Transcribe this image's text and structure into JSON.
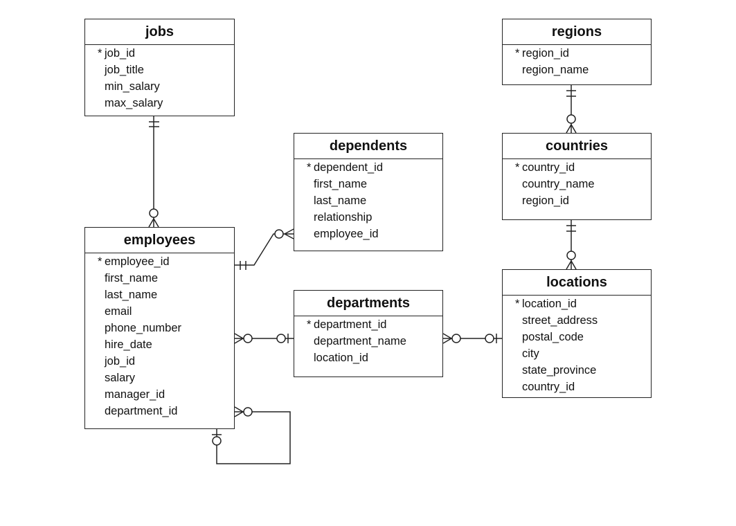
{
  "diagram": {
    "entities": [
      {
        "id": "jobs",
        "title": "jobs",
        "fields": [
          {
            "name": "job_id",
            "pk": true
          },
          {
            "name": "job_title"
          },
          {
            "name": "min_salary"
          },
          {
            "name": "max_salary"
          }
        ]
      },
      {
        "id": "regions",
        "title": "regions",
        "fields": [
          {
            "name": "region_id",
            "pk": true
          },
          {
            "name": "region_name"
          }
        ]
      },
      {
        "id": "dependents",
        "title": "dependents",
        "fields": [
          {
            "name": "dependent_id",
            "pk": true
          },
          {
            "name": "first_name"
          },
          {
            "name": "last_name"
          },
          {
            "name": "relationship"
          },
          {
            "name": "employee_id"
          }
        ]
      },
      {
        "id": "countries",
        "title": "countries",
        "fields": [
          {
            "name": "country_id",
            "pk": true
          },
          {
            "name": "country_name"
          },
          {
            "name": "region_id"
          }
        ]
      },
      {
        "id": "employees",
        "title": "employees",
        "fields": [
          {
            "name": "employee_id",
            "pk": true
          },
          {
            "name": "first_name"
          },
          {
            "name": "last_name"
          },
          {
            "name": "email"
          },
          {
            "name": "phone_number"
          },
          {
            "name": "hire_date"
          },
          {
            "name": "job_id"
          },
          {
            "name": "salary"
          },
          {
            "name": "manager_id"
          },
          {
            "name": "department_id"
          }
        ]
      },
      {
        "id": "departments",
        "title": "departments",
        "fields": [
          {
            "name": "department_id",
            "pk": true
          },
          {
            "name": "department_name"
          },
          {
            "name": "location_id"
          }
        ]
      },
      {
        "id": "locations",
        "title": "locations",
        "fields": [
          {
            "name": "location_id",
            "pk": true
          },
          {
            "name": "street_address"
          },
          {
            "name": "postal_code"
          },
          {
            "name": "city"
          },
          {
            "name": "state_province"
          },
          {
            "name": "country_id"
          }
        ]
      }
    ],
    "pk_marker": "*",
    "relationships": [
      {
        "from": "jobs",
        "from_card": "one-and-only-one",
        "to": "employees",
        "to_card": "zero-or-many"
      },
      {
        "from": "employees",
        "from_card": "one-and-only-one",
        "to": "dependents",
        "to_card": "zero-or-many"
      },
      {
        "from": "departments",
        "from_card": "zero-or-one",
        "to": "employees",
        "to_card": "zero-or-many"
      },
      {
        "from": "locations",
        "from_card": "zero-or-one",
        "to": "departments",
        "to_card": "zero-or-many"
      },
      {
        "from": "regions",
        "from_card": "one-and-only-one",
        "to": "countries",
        "to_card": "zero-or-many"
      },
      {
        "from": "countries",
        "from_card": "one-and-only-one",
        "to": "locations",
        "to_card": "zero-or-many"
      },
      {
        "from": "employees",
        "from_card": "zero-or-one",
        "to": "employees",
        "to_card": "zero-or-many"
      }
    ],
    "line_color": "#222222"
  }
}
